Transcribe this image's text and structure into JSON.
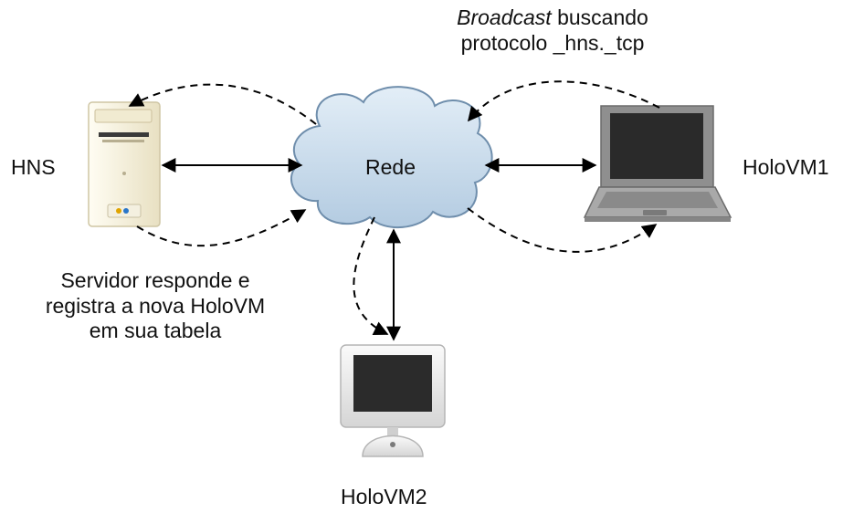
{
  "diagram": {
    "cloud_label": "Rede",
    "nodes": {
      "hns": "HNS",
      "holovm1": "HoloVM1",
      "holovm2": "HoloVM2"
    },
    "broadcast_note": {
      "emphasis": "Broadcast",
      "line1_rest": " buscando",
      "line2": "protocolo _hns._tcp"
    },
    "server_note": {
      "line1": "Servidor responde e",
      "line2": "registra a nova HoloVM",
      "line3": "em sua tabela"
    }
  },
  "colors": {
    "cloud_fill": "#c9dcec",
    "cloud_stroke": "#6f8eac",
    "line": "#000000",
    "laptop_body": "#9e9e9e",
    "screen": "#2a2a2a",
    "server_body": "#f6f1dc",
    "imac_body": "#e9e9e9"
  },
  "icons": [
    "server-tower-icon",
    "laptop-icon",
    "imac-icon",
    "network-cloud-icon"
  ]
}
